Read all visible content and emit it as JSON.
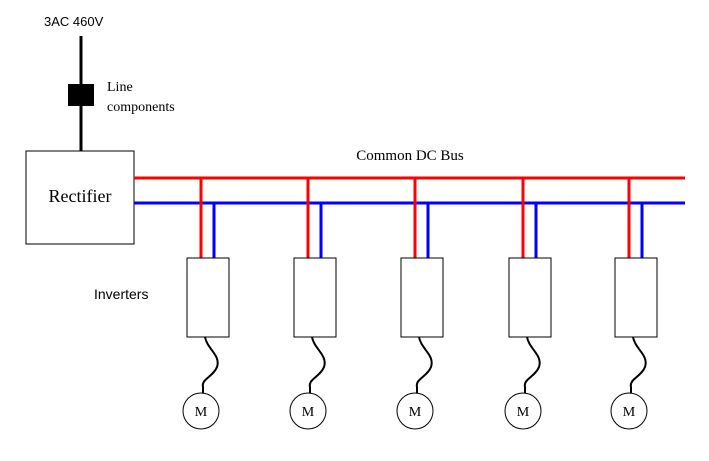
{
  "supply": {
    "label": "3AC 460V"
  },
  "line_components": {
    "label_line1": "Line",
    "label_line2": "components"
  },
  "rectifier": {
    "label": "Rectifier"
  },
  "bus": {
    "label": "Common DC Bus"
  },
  "inverters": {
    "label": "Inverters"
  },
  "motors": [
    {
      "label": "M"
    },
    {
      "label": "M"
    },
    {
      "label": "M"
    },
    {
      "label": "M"
    },
    {
      "label": "M"
    }
  ],
  "colors": {
    "positive_rail": "#ff0000",
    "negative_rail": "#0000ff",
    "wire": "#000000"
  }
}
